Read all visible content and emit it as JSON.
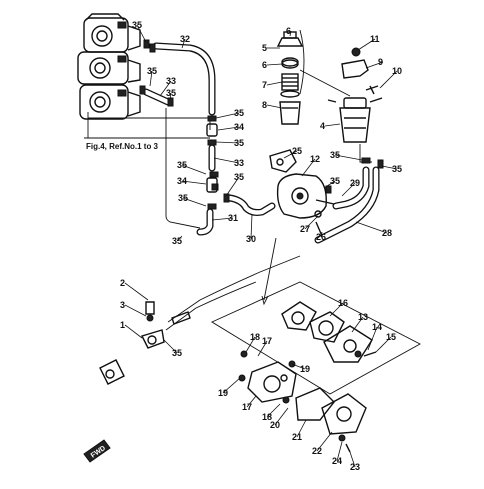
{
  "diagram": {
    "reference_label": "Fig.4, Ref.No.1 to 3",
    "fwd_label": "FWD",
    "part_labels": {
      "p35a": "35",
      "p32": "32",
      "p35b": "35",
      "p33a": "33",
      "p35c": "35",
      "p35d": "35",
      "p34a": "34",
      "p35e": "35",
      "p33b": "33",
      "p35f": "35",
      "p34b": "34",
      "p35g": "35",
      "p35h": "35",
      "p31": "31",
      "p35i": "35",
      "p30": "30",
      "p6a": "6",
      "p5": "5",
      "p6b": "6",
      "p7": "7",
      "p8": "8",
      "p11": "11",
      "p9": "9",
      "p10": "10",
      "p4": "4",
      "p25": "25",
      "p12": "12",
      "p35j": "35",
      "p35k": "35",
      "p35l": "35",
      "p29": "29",
      "p27": "27",
      "p26": "26",
      "p28": "28",
      "p2": "2",
      "p3": "3",
      "p1": "1",
      "p35m": "35",
      "p16": "16",
      "p13": "13",
      "p14": "14",
      "p15": "15",
      "p18a": "18",
      "p17a": "17",
      "p19a": "19",
      "p19b": "19",
      "p17b": "17",
      "p18b": "18",
      "p20": "20",
      "p21": "21",
      "p22": "22",
      "p24": "24",
      "p23": "23"
    }
  }
}
